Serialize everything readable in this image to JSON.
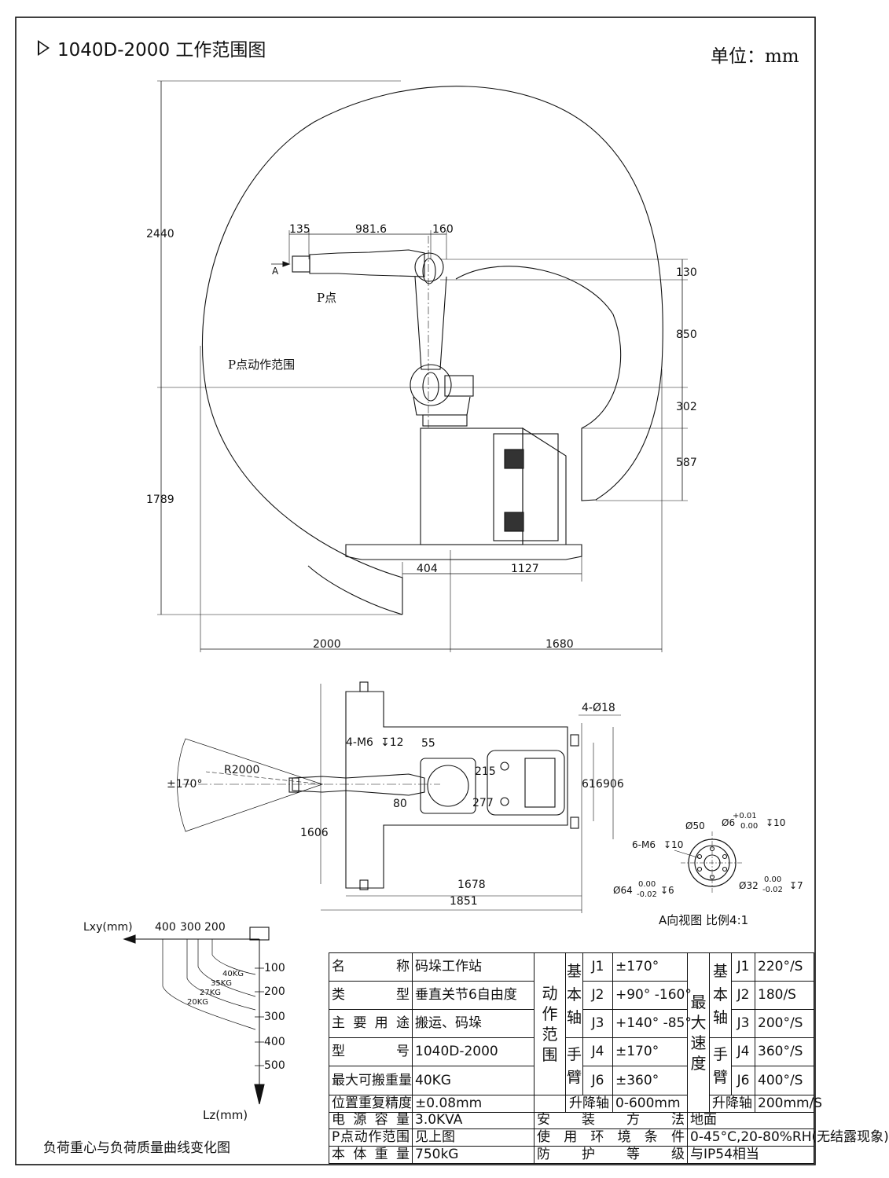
{
  "header": {
    "title": "1040D-2000  工作范围图",
    "unit": "单位：mm"
  },
  "side_view": {
    "dims": {
      "d2440": "2440",
      "d1789": "1789",
      "d135": "135",
      "d981": "981.6",
      "d160": "160",
      "d130": "130",
      "d850": "850",
      "d302": "302",
      "d587": "587",
      "d404": "404",
      "d1127": "1127",
      "d2000": "2000",
      "d1680": "1680",
      "view_a": "A"
    },
    "labels": {
      "p_point": "P点",
      "p_range": "P点动作范围"
    }
  },
  "top_view": {
    "dims": {
      "angle": "±170°",
      "radius": "R2000",
      "m6": "4-M6",
      "m6_depth": "↧12",
      "d55": "55",
      "d215": "215",
      "d80": "80",
      "d277": "277",
      "hole18": "4-Ø18",
      "d616": "616",
      "d906": "906",
      "d1606": "1606",
      "d1678": "1678",
      "d1851": "1851"
    }
  },
  "flange_view": {
    "phi50": "Ø50",
    "phi6": "Ø6",
    "phi6_tol_up": "+0.01",
    "phi6_tol_low": "0.00",
    "phi6_depth": "↧10",
    "m6": "6-M6",
    "m6_depth": "↧10",
    "phi64": "Ø64",
    "phi64_tol_up": "0.00",
    "phi64_tol_low": "-0.02",
    "phi64_depth": "↧6",
    "phi32": "Ø32",
    "phi32_tol_up": "0.00",
    "phi32_tol_low": "-0.02",
    "phi32_depth": "↧7",
    "caption": "A向视图  比例4:1"
  },
  "load_chart": {
    "x_axis_label": "Lxy(mm)",
    "y_axis_label": "Lz(mm)",
    "x_ticks": [
      "400",
      "300",
      "200"
    ],
    "y_ticks": [
      "100",
      "200",
      "300",
      "400",
      "500"
    ],
    "curves": [
      "40KG",
      "35KG",
      "27KG",
      "20KG"
    ],
    "caption": "负荷重心与负荷质量曲线变化图"
  },
  "spec_table": {
    "name_label": "名称",
    "name_value": "码垛工作站",
    "type_label": "类型",
    "type_value": "垂直关节6自由度",
    "use_label": "主要用途",
    "use_value": "搬运、码垛",
    "model_label": "型号",
    "model_value": "1040D-2000",
    "payload_label": "最大可搬重量",
    "payload_value": "40KG",
    "repeat_label": "位置重复精度",
    "repeat_value": "±0.08mm",
    "power_label": "电源容量",
    "power_value": "3.0KVA",
    "prange_label": "P点动作范围",
    "prange_value": "见上图",
    "weight_label": "本体重量",
    "weight_value": "750kG",
    "motion_title": "动作范围",
    "speed_title": "最大速度",
    "base_axis": "基本轴",
    "wrist": "手臂",
    "lift_axis": "升降轴",
    "joints": [
      "J1",
      "J2",
      "J3",
      "J4",
      "J6"
    ],
    "ranges": [
      "±170°",
      "+90° -160°",
      "+140° -85°",
      "±170°",
      "±360°"
    ],
    "lift_range": "0-600mm",
    "speeds": [
      "220°/S",
      "180/S",
      "200°/S",
      "360°/S",
      "400°/S"
    ],
    "lift_speed": "200mm/S",
    "install_label": "安装方法",
    "install_value": "地面",
    "env_label": "使用环境条件",
    "env_value": "0-45°C,20-80%RH(无结露现象)",
    "protect_label": "防护等级",
    "protect_value": "与IP54相当"
  }
}
